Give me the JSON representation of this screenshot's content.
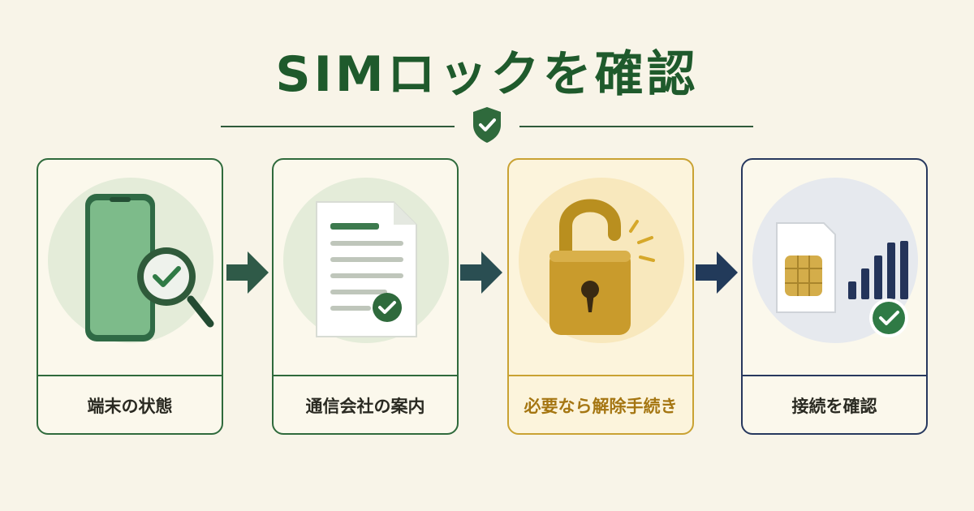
{
  "title": "SIMロックを確認",
  "steps": [
    {
      "label": "端末の状態",
      "icon": "phone-magnifier-icon"
    },
    {
      "label": "通信会社の案内",
      "icon": "document-check-icon"
    },
    {
      "label": "必要なら解除手続き",
      "icon": "unlocked-padlock-icon"
    },
    {
      "label": "接続を確認",
      "icon": "sim-signal-check-icon"
    }
  ],
  "colors": {
    "title": "#1f5a2c",
    "green": "#2f6a3c",
    "gold": "#c9a233",
    "navy": "#27385e",
    "background": "#f8f4e8"
  }
}
